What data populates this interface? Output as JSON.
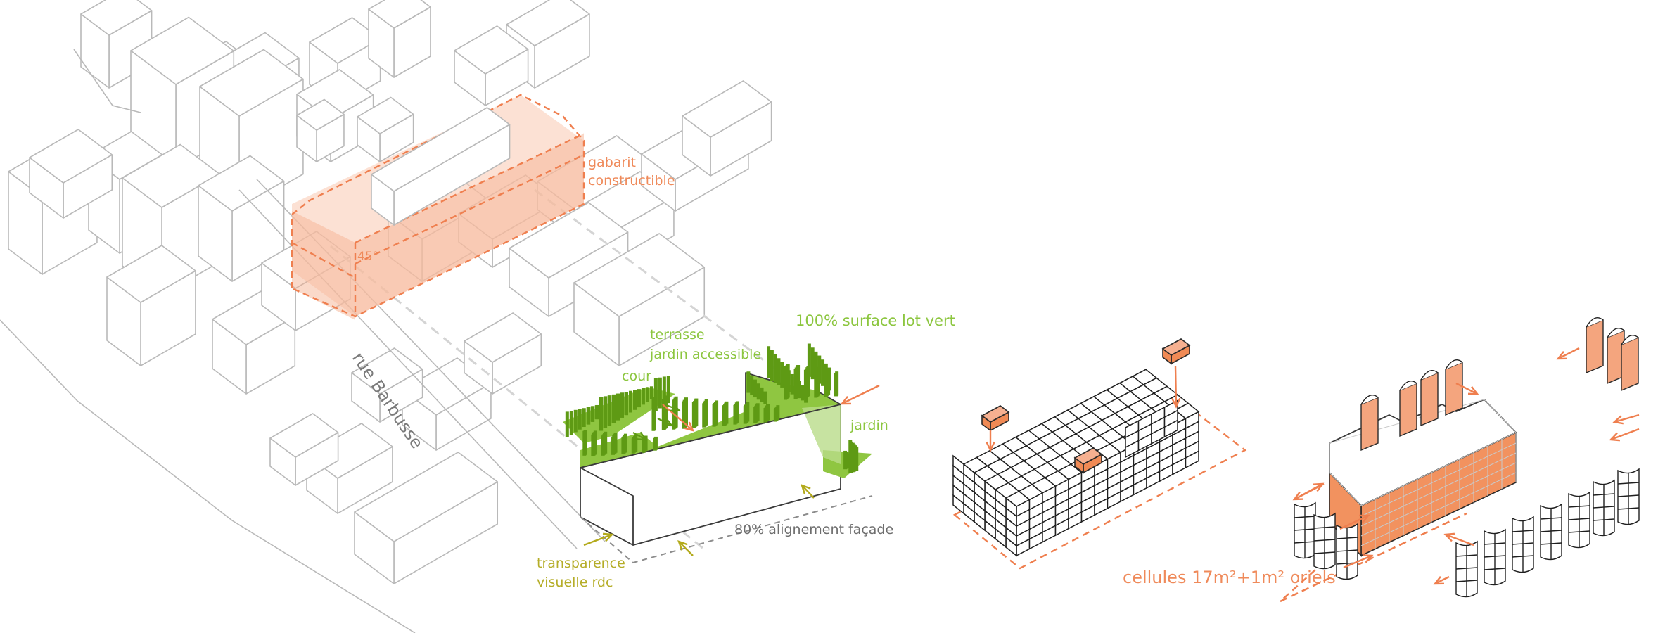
{
  "diagram": {
    "title": "",
    "panels": [
      {
        "id": "site",
        "description": "axonometric of urban block with constructible envelope and green building",
        "labels": {
          "envelope": [
            "gabarit",
            "constructible"
          ],
          "angle": "45°",
          "street": "rue Barbusse",
          "green_surface": "100% surface lot vert",
          "roof_garden": [
            "terrasse",
            "jardin accessible"
          ],
          "courtyard": "cour",
          "garden": "jardin",
          "alignment": "80% alignement façade",
          "transparency": [
            "transparence",
            "visuelle rdc"
          ]
        }
      },
      {
        "id": "cells",
        "description": "modular cell building with modules inserted",
        "labels": {
          "caption": "cellules 17m²+1m² oriels"
        }
      },
      {
        "id": "oriels",
        "description": "building with orange façades and detachable oriel panels"
      }
    ],
    "colors": {
      "accent_orange": "#ef8a5a",
      "green": "#8cc63f",
      "olive": "#b5ad28",
      "context_grey": "#b9b9b9"
    }
  }
}
